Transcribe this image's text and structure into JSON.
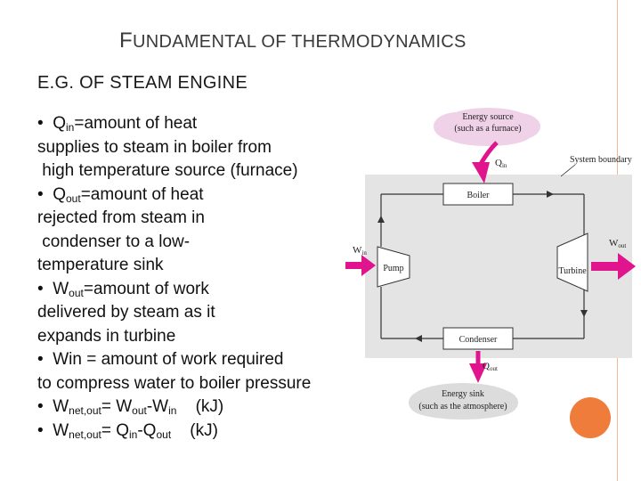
{
  "slide": {
    "title_first": "F",
    "title_rest": "UNDAMENTAL OF THERMODYNAMICS",
    "subtitle": "E.G. OF STEAM ENGINE"
  },
  "bullets": [
    {
      "bullet": "•",
      "pre": "Q",
      "sub": "in",
      "post": "=amount of heat",
      "cont": [
        "supplies to steam in boiler from",
        " high temperature source (furnace)"
      ]
    },
    {
      "bullet": "•",
      "pre": "Q",
      "sub": "out",
      "post": "=amount of heat",
      "cont": [
        "rejected from steam in",
        " condenser to a low-",
        "temperature sink"
      ]
    },
    {
      "bullet": "•",
      "pre": "W",
      "sub": "out",
      "post": "=amount of work",
      "cont": [
        "delivered by steam as it",
        "expands in turbine"
      ]
    },
    {
      "bullet": "•",
      "text": "Win = amount of work required",
      "cont": [
        "to compress water to boiler pressure"
      ]
    }
  ],
  "formulas": [
    {
      "bullet": "•",
      "a": "W",
      "a_sub": "net,out",
      "eq": "= W",
      "b_sub": "out",
      "minus": "-W",
      "c_sub": "in",
      "unit": "(kJ)"
    },
    {
      "bullet": "•",
      "a": "W",
      "a_sub": "net,out",
      "eq": "= Q",
      "b_sub": "in",
      "minus": "-Q",
      "c_sub": "out",
      "unit": "(kJ)"
    }
  ],
  "diagram": {
    "source_line1": "Energy source",
    "source_line2": "(such as a furnace)",
    "sink_line1": "Energy sink",
    "sink_line2": "(such as the atmosphere)",
    "system_boundary": "System boundary",
    "boiler": "Boiler",
    "pump": "Pump",
    "turbine": "Turbine",
    "condenser": "Condenser",
    "q_in": "Q",
    "q_in_sub": "in",
    "q_out": "Q",
    "q_out_sub": "out",
    "w_in": "W",
    "w_in_sub": "in",
    "w_out": "W",
    "w_out_sub": "out",
    "colors": {
      "source_cloud": "#f0d2e8",
      "sink_cloud": "#dcdcdc",
      "system_fill": "#e4e4e4",
      "arrow": "#e0148c",
      "orange_accent": "#f07c3c"
    }
  }
}
